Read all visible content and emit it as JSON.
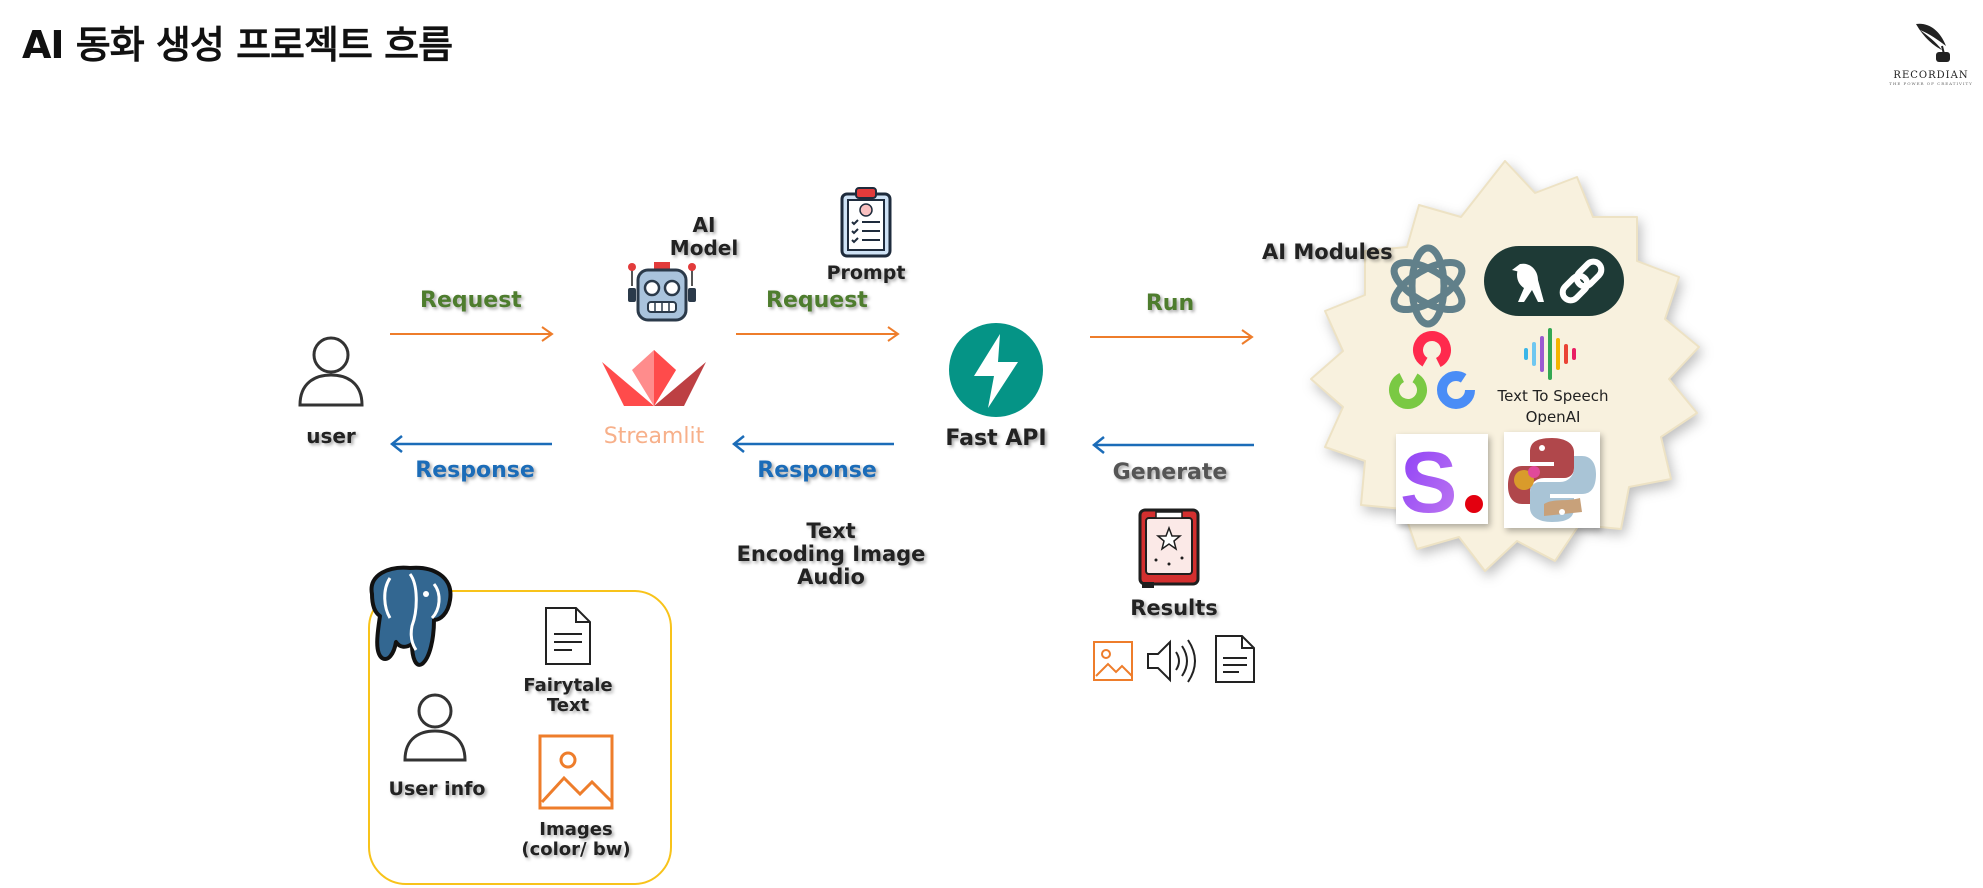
{
  "title": "AI 동화 생성 프로젝트 흐름",
  "logo": {
    "name": "RECORDIAN",
    "tagline": "THE POWER OF CREATIVITY",
    "icon": "quill-ink-icon"
  },
  "nodes": {
    "user": "user",
    "ai_model": "AI\nModel",
    "streamlit": "Streamlit",
    "prompt": "Prompt",
    "fastapi": "Fast API",
    "ai_modules": "AI Modules",
    "tts": "Text To Speech\nOpenAI",
    "results": "Results",
    "payload": "Text\nEncoding Image\nAudio"
  },
  "edges": {
    "request1": "Request",
    "request2": "Request",
    "run": "Run",
    "response1": "Response",
    "response2": "Response",
    "generate": "Generate"
  },
  "database": {
    "user_info": "User info",
    "fairytale_text": "Fairytale\nText",
    "images": "Images\n(color/ bw)"
  },
  "colors": {
    "request": "#4e7d2e",
    "response": "#1b6cb8",
    "arrow_forward": "#ee7d2b",
    "arrow_back": "#1b6cb8",
    "fastapi": "#059486",
    "streamlit": "#ff4b4b",
    "db_border": "#f8c31a"
  }
}
